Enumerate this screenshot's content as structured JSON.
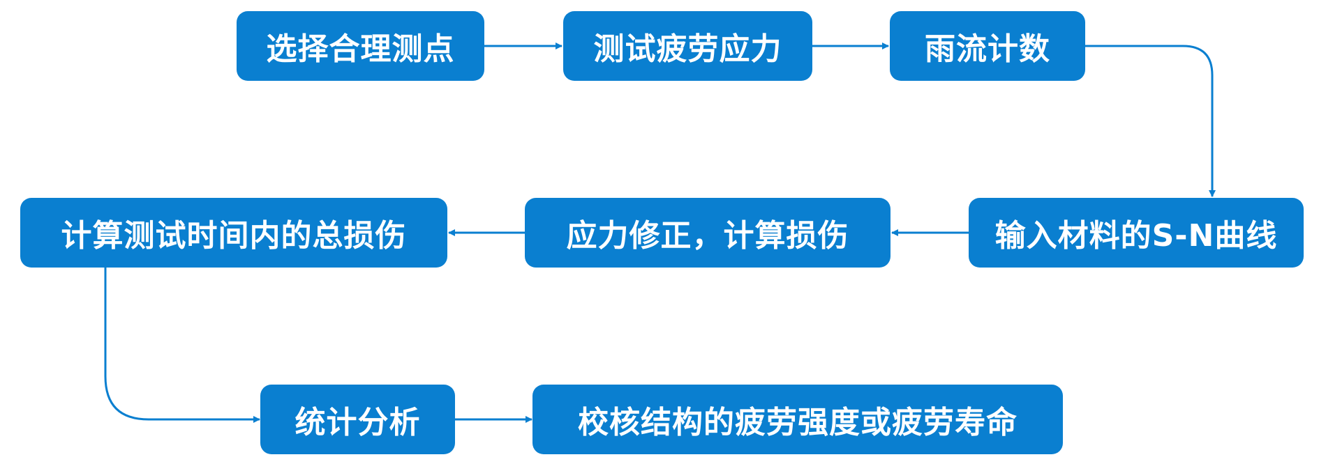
{
  "colors": {
    "box": "#0a7fd0",
    "arrow": "#0a7fd0",
    "text": "#ffffff"
  },
  "nodes": {
    "select_points": "选择合理测点",
    "test_stress": "测试疲劳应力",
    "rainflow": "雨流计数",
    "sn_curve": "输入材料的S-N曲线",
    "correct_stress": "应力修正，计算损伤",
    "total_damage": "计算测试时间内的总损伤",
    "statistics": "统计分析",
    "check_life": "校核结构的疲劳强度或疲劳寿命"
  }
}
